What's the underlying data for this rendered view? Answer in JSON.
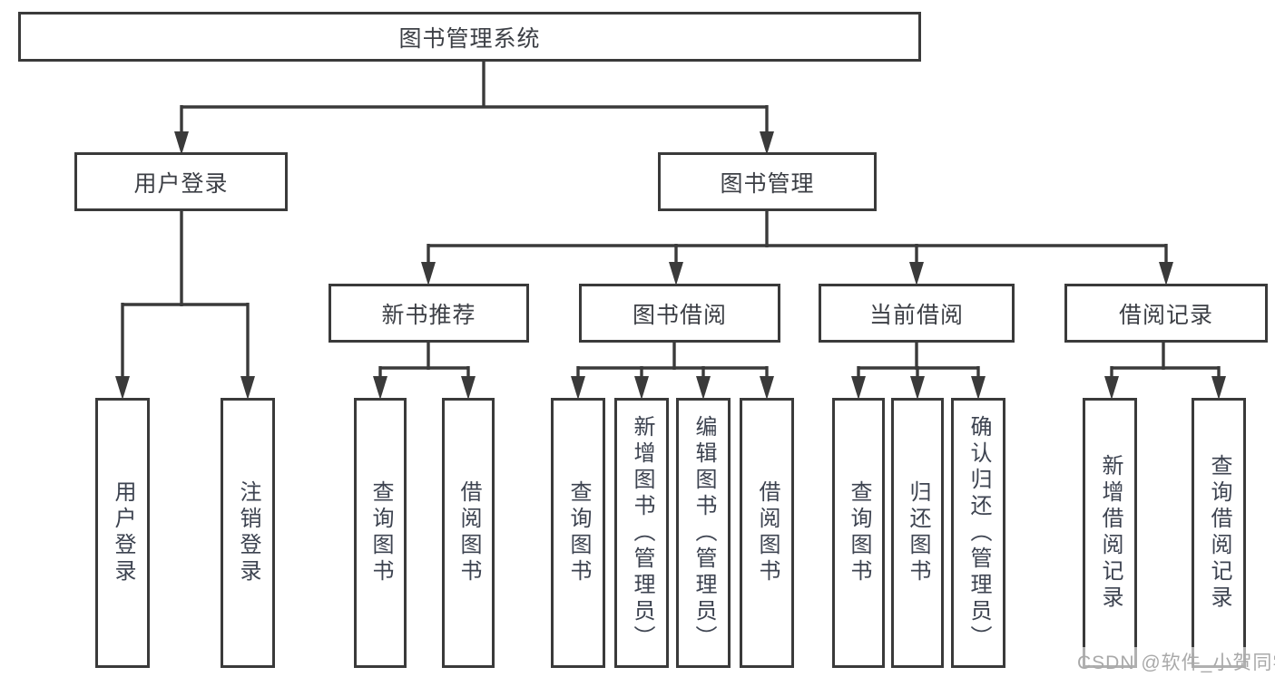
{
  "diagram": {
    "root": {
      "label": "图书管理系统"
    },
    "branches": [
      {
        "label": "用户登录",
        "children": [
          "用户登录",
          "注销登录"
        ]
      },
      {
        "label": "图书管理",
        "modules": [
          {
            "label": "新书推荐",
            "children": [
              "查询图书",
              "借阅图书"
            ]
          },
          {
            "label": "图书借阅",
            "children": [
              "查询图书",
              "新增图书（管理员）",
              "编辑图书（管理员）",
              "借阅图书"
            ]
          },
          {
            "label": "当前借阅",
            "children": [
              "查询图书",
              "归还图书",
              "确认归还（管理员）"
            ]
          },
          {
            "label": "借阅记录",
            "children": [
              "新增借阅记录",
              "查询借阅记录"
            ]
          }
        ]
      }
    ],
    "line_color": "#3a3a3a",
    "text_color": "#3d4350"
  },
  "watermark": {
    "text": "CSDN @软件_小贺同学"
  }
}
